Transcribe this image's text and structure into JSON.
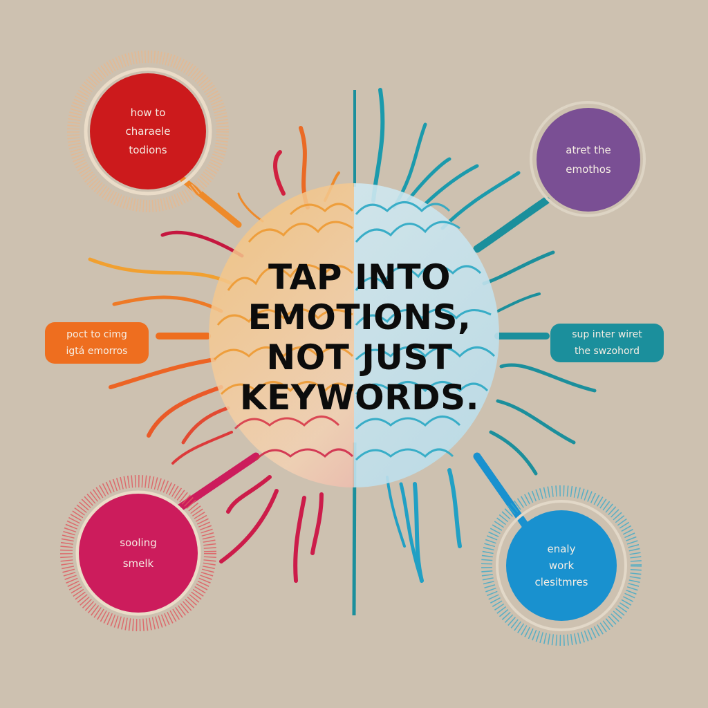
{
  "title": {
    "lines": "TAP INTO\nEMOTIONS,\nNOT JUST\nKEYWORDS."
  },
  "colors": {
    "background": "#cdc1b0",
    "red": "#cc1a1c",
    "purple": "#7a4f94",
    "orange": "#ee6e1f",
    "teal": "#1b8f9c",
    "magenta": "#cc1c5c",
    "blue": "#1991cf",
    "brain_left": "#f0a030",
    "brain_right": "#2aa8c4",
    "title_text": "#0c0c0c"
  },
  "nodes": {
    "top_left": {
      "text": "how to\ncharaele\ntodions",
      "shape": "circle",
      "color": "#cc1a1c"
    },
    "top_right": {
      "text": "atret the\nemothos",
      "shape": "circle",
      "color": "#7a4f94"
    },
    "mid_left": {
      "text": "poct to cimg\nigtá emorros",
      "shape": "pill",
      "color": "#ee6e1f"
    },
    "mid_right": {
      "text": "sup inter wiret\nthe swzohord",
      "shape": "pill",
      "color": "#1b8f9c"
    },
    "bottom_left": {
      "text": "sooling\nsmelk",
      "shape": "circle",
      "color": "#cc1c5c"
    },
    "bottom_right": {
      "text": "enaly\nwork\nclesitmres",
      "shape": "circle",
      "color": "#1991cf"
    }
  },
  "icons": {
    "center": "brain-icon"
  }
}
